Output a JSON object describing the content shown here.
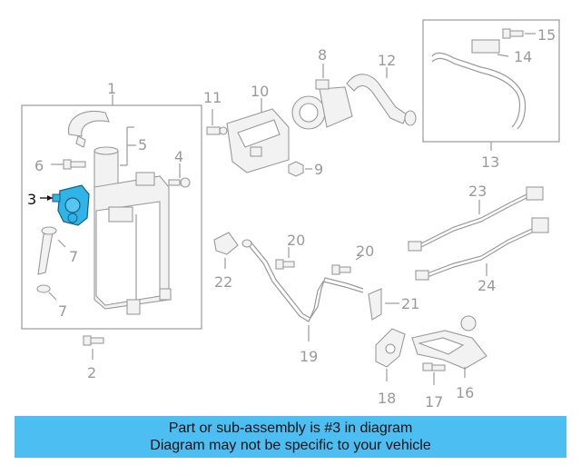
{
  "callouts": {
    "c1": "1",
    "c2": "2",
    "c3": "3",
    "c4": "4",
    "c5": "5",
    "c6": "6",
    "c7a": "7",
    "c7b": "7",
    "c8": "8",
    "c9": "9",
    "c10": "10",
    "c11": "11",
    "c12": "12",
    "c13": "13",
    "c14": "14",
    "c15": "15",
    "c16": "16",
    "c17": "17",
    "c18": "18",
    "c19": "19",
    "c20a": "20",
    "c20b": "20",
    "c21": "21",
    "c22": "22",
    "c23": "23",
    "c24": "24"
  },
  "highlight": {
    "part": "3",
    "color": "#2fb4e8"
  },
  "banner": {
    "line1": "Part or sub-assembly is #3 in diagram",
    "line2": "Diagram may not be specific to your vehicle",
    "color": "#4dbef2"
  }
}
